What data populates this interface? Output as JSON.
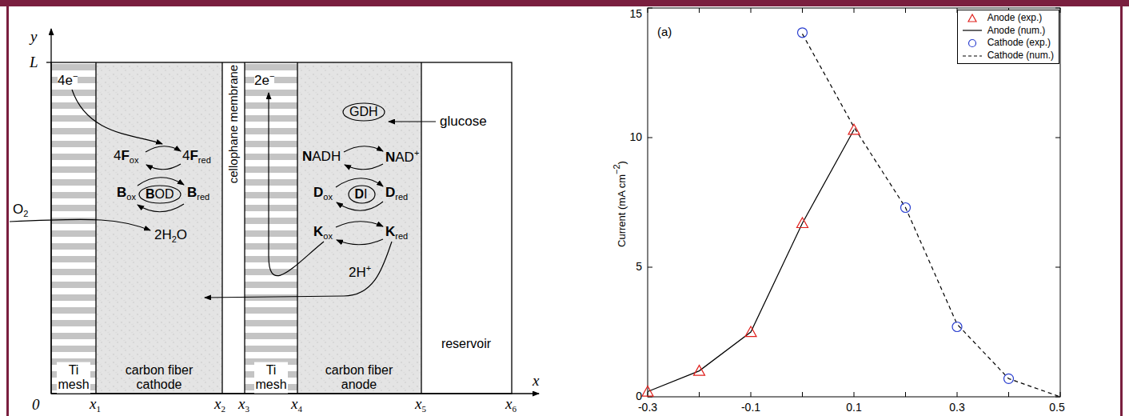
{
  "diagram": {
    "nodes": [
      {
        "text": [
          "Ti mesh"
        ]
      },
      {
        "text": [
          "carbon fiber cathode"
        ]
      },
      {
        "text": [
          "B",
          "OD"
        ],
        "in": 1
      },
      {
        "text": [
          "cellophane membrane"
        ]
      },
      {
        "text": [
          "Ti mesh"
        ]
      },
      {
        "text": [
          "carbon fiber anode"
        ]
      },
      {
        "text": [
          "GDH"
        ],
        "in": 5
      },
      {
        "text": [
          "D",
          "I"
        ],
        "in": 5
      },
      {
        "text": [
          "reservoir"
        ]
      }
    ],
    "labels": [
      "y",
      "L",
      "4e",
      "−",
      "4",
      "F",
      "ox",
      "4",
      "F",
      "red",
      "B",
      "ox",
      "B",
      "red",
      "O",
      "2",
      "2H",
      "2",
      "O",
      "2e",
      "−",
      "glucose",
      "N",
      "ADH",
      "N",
      "AD",
      "+",
      "D",
      "ox",
      "D",
      "red",
      "K",
      "ox",
      "K",
      "red",
      "2H",
      "+",
      "0",
      "x",
      "1",
      "x",
      "2",
      "x",
      "3",
      "x",
      "4",
      "x",
      "5",
      "x",
      "6",
      "x",
      "(a)",
      "0",
      "5",
      "10",
      "15",
      "-0.3",
      "-0.1",
      "0.1",
      "0.3",
      "0.5",
      "Current (mA cm",
      "−2",
      ")"
    ],
    "legend": [
      {
        "text": "Anode (exp.)"
      },
      {
        "text": "Anode (num.)"
      },
      {
        "text": "Cathode (exp.)"
      },
      {
        "text": "Cathode (num.)"
      }
    ]
  }
}
